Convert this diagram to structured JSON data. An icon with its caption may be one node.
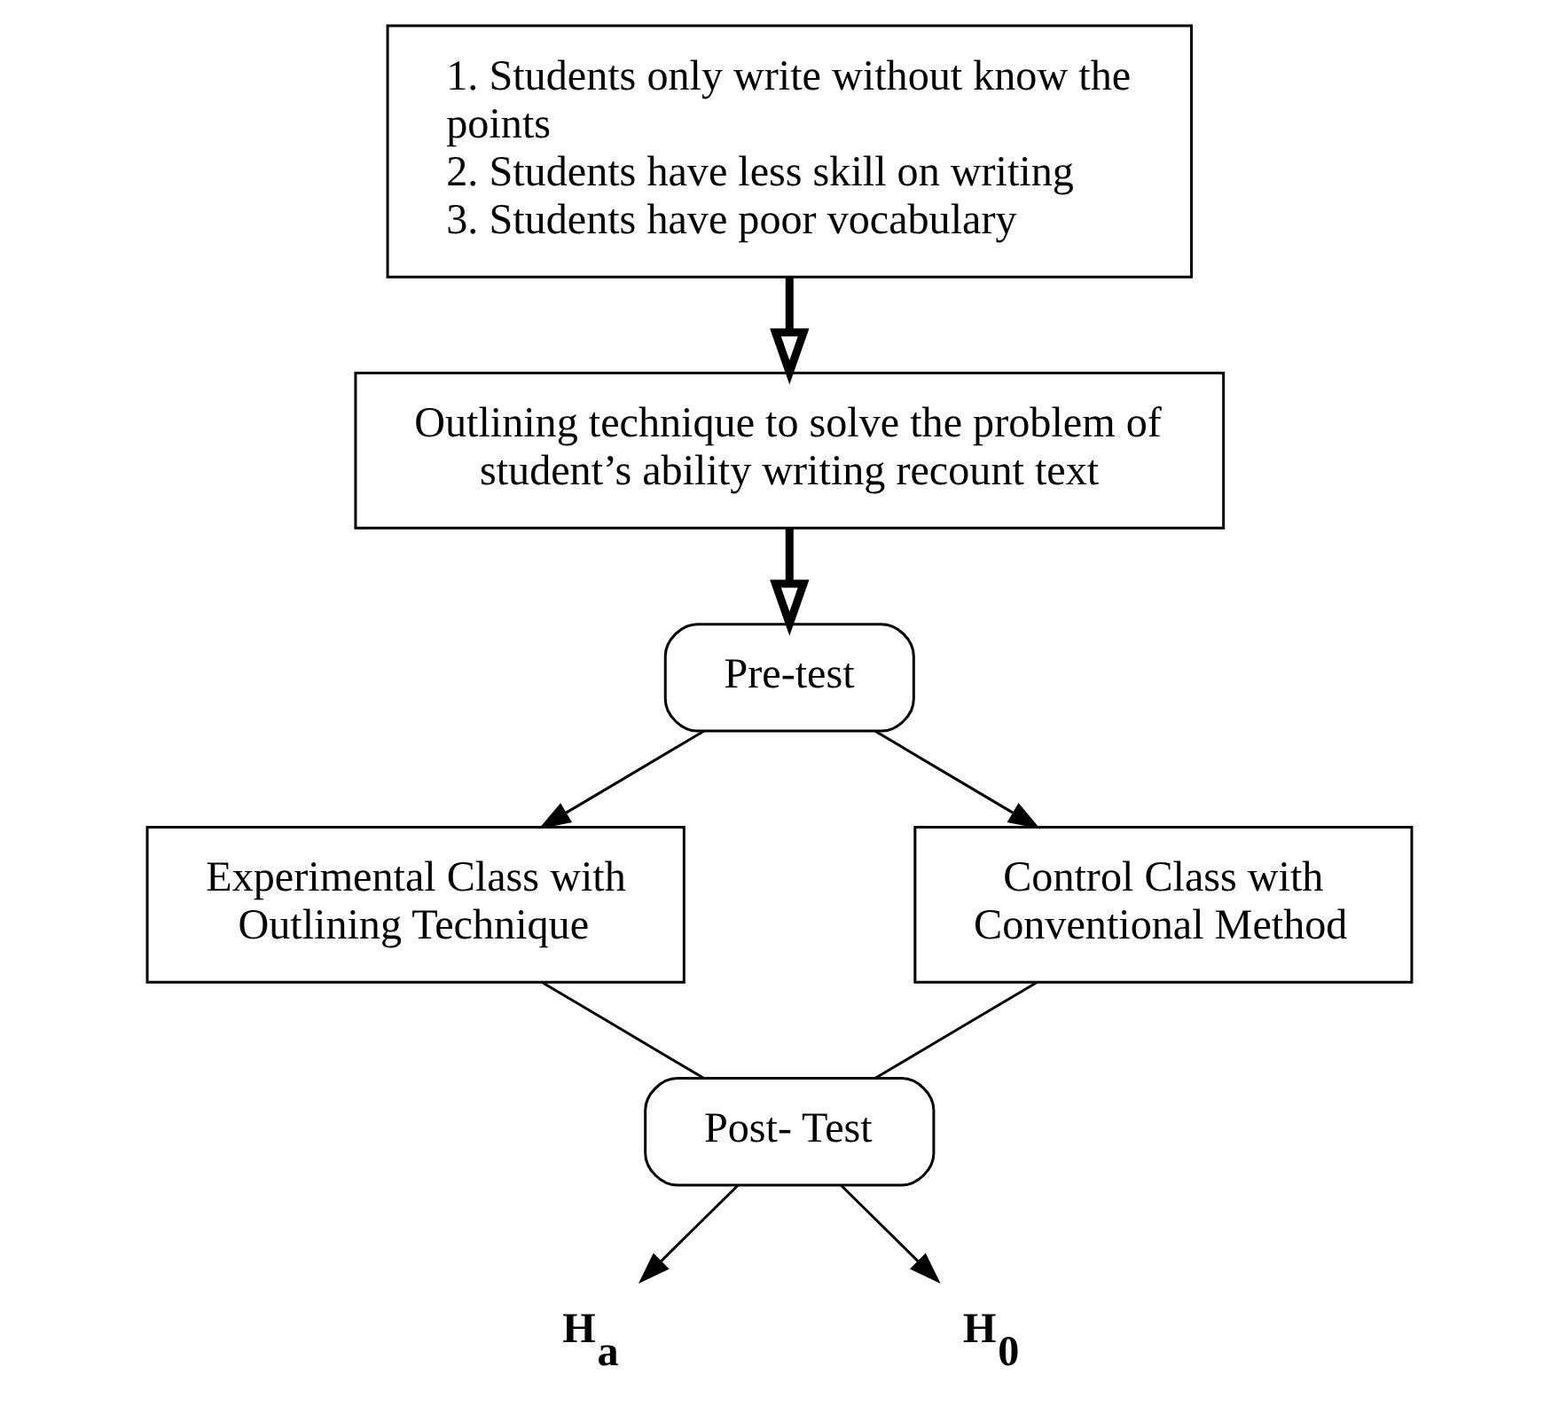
{
  "diagram": {
    "nodes": [
      {
        "text": [
          "1. Students only write without know the points",
          "2. Students have less skill on writing",
          "3. Students have poor vocabulary"
        ]
      },
      {
        "text": [
          "Outlining technique to solve the problem of student’s ability writing recount text"
        ]
      },
      {
        "text": [
          "Pre-test"
        ]
      },
      {
        "text": [
          "Experimental Class with Outlining Technique"
        ]
      },
      {
        "text": [
          "Control Class with Conventional Method"
        ]
      },
      {
        "text": [
          "Post- Test"
        ]
      },
      {
        "text": [
          "**H$_{a}$**"
        ]
      },
      {
        "text": [
          "**H$_{0}$**"
        ]
      }
    ],
    "edges": [
      {
        "from": 0,
        "to": 1,
        "arrow": "to",
        "style": "thick"
      },
      {
        "from": 1,
        "to": 2,
        "arrow": "to",
        "style": "thick"
      },
      {
        "from": 2,
        "to": 3,
        "arrow": "to"
      },
      {
        "from": 2,
        "to": 4,
        "arrow": "to"
      },
      {
        "from": 3,
        "to": 5,
        "arrow": "none"
      },
      {
        "from": 4,
        "to": 5,
        "arrow": "none"
      },
      {
        "from": 5,
        "to": 6,
        "arrow": "to"
      },
      {
        "from": 5,
        "to": 7,
        "arrow": "to"
      }
    ]
  }
}
